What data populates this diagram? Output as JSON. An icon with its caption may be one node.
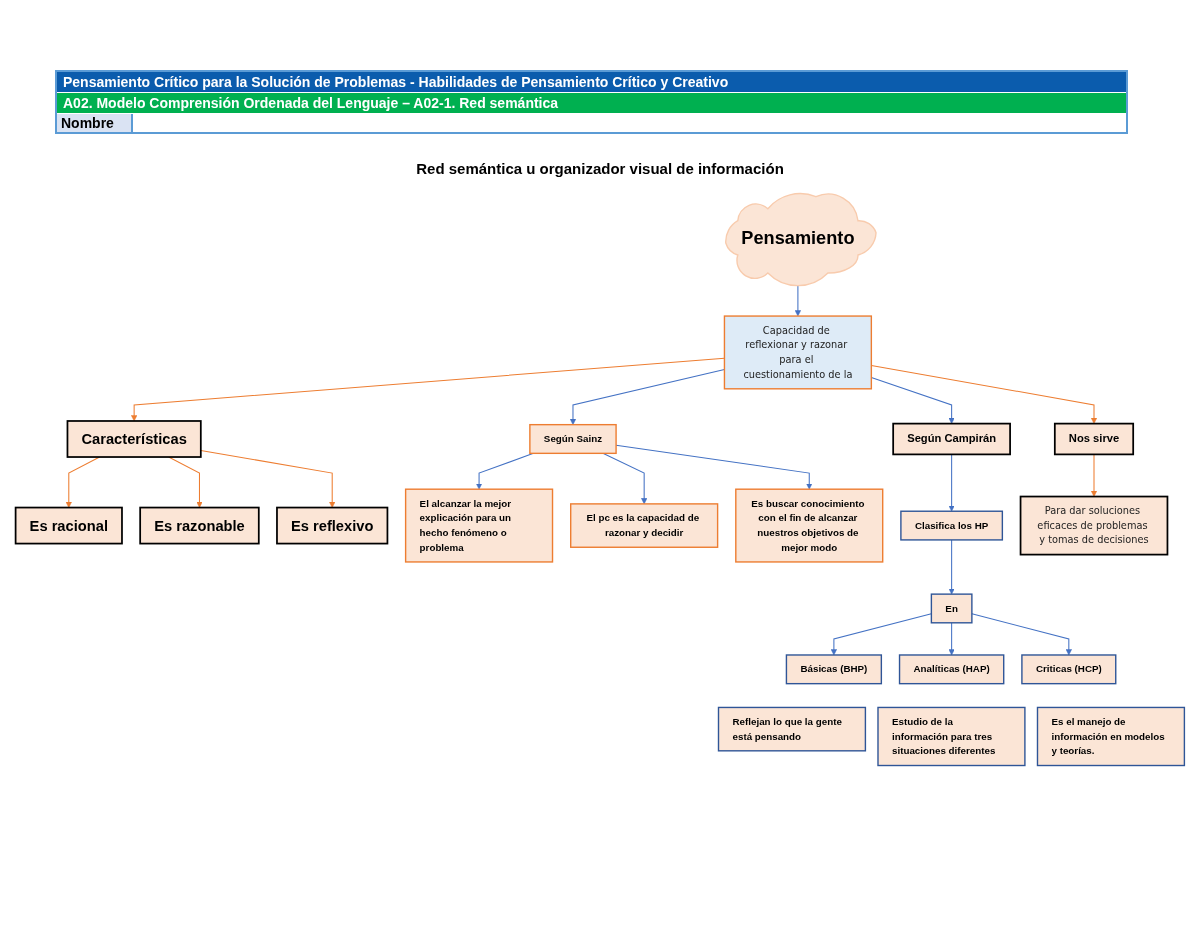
{
  "diagram": {
    "title": "Red semántica u organizador visual de información",
    "nodes": [
      {
        "text": [
          "Pensamiento"
        ]
      },
      {
        "text": [
          "Capacidad de reflexionar y razonar para el cuestionamiento de la"
        ]
      },
      {
        "text": [
          "Características"
        ]
      },
      {
        "text": [
          "Nos sirve"
        ]
      },
      {
        "text": [
          "Para dar soluciones eficaces de problemas y tomas de decisiones"
        ]
      },
      {
        "text": [
          "Es racional"
        ]
      },
      {
        "text": [
          "Es razonable"
        ]
      },
      {
        "text": [
          "Es reflexivo"
        ]
      },
      {
        "text": [
          "Según Sainz"
        ]
      },
      {
        "text": [
          "Según Campirán"
        ]
      },
      {
        "text": [
          "Clasifica los HP"
        ]
      },
      {
        "text": [
          "En"
        ]
      },
      {
        "text": [
          "El alcanzar la mejor explicación para un hecho fenómeno o problema"
        ]
      },
      {
        "text": [
          "El pc es la capacidad de razonar y decidir"
        ]
      },
      {
        "text": [
          "Es buscar conocimiento con el fin de alcanzar nuestros objetivos de mejor modo"
        ]
      },
      {
        "text": [
          "Básicas (BHP)"
        ]
      },
      {
        "text": [
          "Analíticas (HAP)"
        ]
      },
      {
        "text": [
          "Criticas (HCP)"
        ]
      },
      {
        "text": [
          "Reflejan lo que la gente está pensando"
        ]
      },
      {
        "text": [
          "Estudio de la información para tres situaciones diferentes"
        ]
      },
      {
        "text": [
          "Es el manejo de información en modelos y teorías."
        ]
      }
    ],
    "edges": [
      {
        "from": 0,
        "to": 1,
        "arrow": "to"
      },
      {
        "from": 1,
        "to": 2,
        "arrow": "to",
        "color": "#ed7d31"
      },
      {
        "from": 1,
        "to": 3,
        "arrow": "to",
        "color": "#ed7d31"
      },
      {
        "from": 2,
        "to": 5,
        "arrow": "to",
        "color": "#ed7d31"
      },
      {
        "from": 2,
        "to": 6,
        "arrow": "to",
        "color": "#ed7d31"
      },
      {
        "from": 2,
        "to": 7,
        "arrow": "to",
        "color": "#ed7d31"
      },
      {
        "from": 3,
        "to": 4,
        "arrow": "to",
        "color": "#ed7d31"
      },
      {
        "from": 1,
        "to": 8,
        "arrow": "to"
      },
      {
        "from": 1,
        "to": 9,
        "arrow": "to"
      },
      {
        "from": 8,
        "to": 12,
        "arrow": "to"
      },
      {
        "from": 8,
        "to": 13,
        "arrow": "to"
      },
      {
        "from": 8,
        "to": 14,
        "arrow": "to"
      },
      {
        "from": 9,
        "to": 10,
        "arrow": "to"
      },
      {
        "from": 10,
        "to": 11,
        "arrow": "to"
      },
      {
        "from": 11,
        "to": 15,
        "arrow": "to"
      },
      {
        "from": 11,
        "to": 16,
        "arrow": "to"
      },
      {
        "from": 11,
        "to": 17,
        "arrow": "to"
      }
    ],
    "labels": [
      "Pensamiento Crítico para la Solución de Problemas - Habilidades de Pensamiento Crítico y Creativo",
      "A02. Modelo Comprensión Ordenada del Lenguaje – A02-1. Red semántica",
      "Nombre"
    ]
  }
}
